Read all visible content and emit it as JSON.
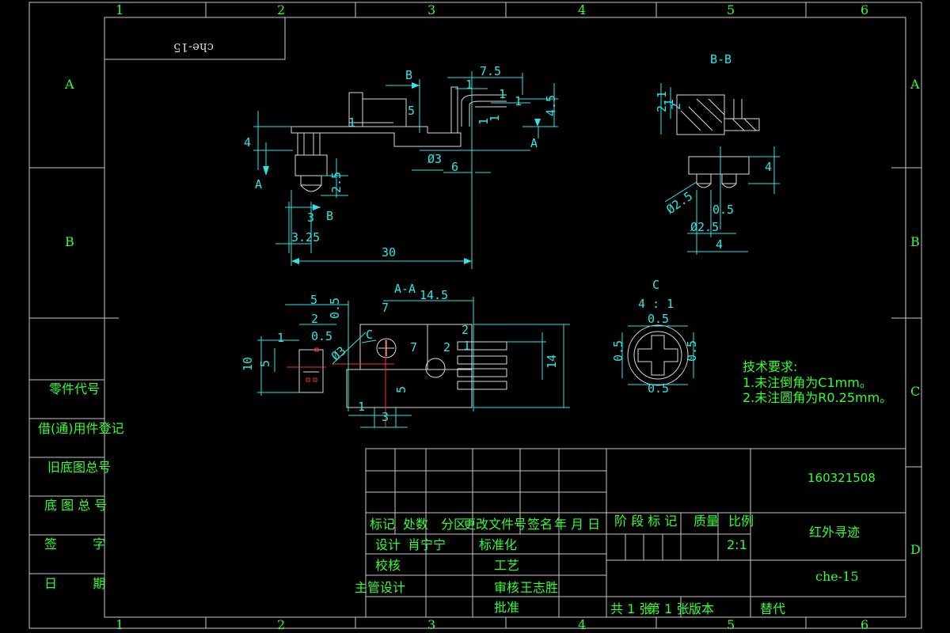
{
  "zones": {
    "columns": [
      "1",
      "2",
      "3",
      "4",
      "5",
      "6"
    ],
    "rows": [
      "A",
      "B",
      "C",
      "D"
    ]
  },
  "mirrored_label": "che-15",
  "views": {
    "section_bb": "B-B",
    "section_aa": "A-A",
    "detail_c": "C",
    "detail_scale": "4 : 1"
  },
  "dimensions": {
    "main": [
      "7.5",
      "1",
      "1",
      "1",
      "4.5",
      "1",
      "1",
      "5",
      "1",
      "4",
      "2.5",
      "Ø3",
      "6",
      "3",
      "3.25",
      "30"
    ],
    "bb": [
      "2.1",
      "1",
      "2",
      "4",
      "Ø2.5",
      "0.5",
      "Ø2.5",
      "4"
    ],
    "aa": [
      "14.5",
      "5",
      "2",
      "0.5",
      "0.5",
      "1",
      "7",
      "2",
      "2",
      "1",
      "7",
      "14",
      "10",
      "5",
      "Ø3",
      "1",
      "5",
      "3"
    ],
    "c": [
      "0.5",
      "0.5",
      "0.5",
      "0.5"
    ]
  },
  "section_markers": [
    "A",
    "B",
    "B",
    "A",
    "B",
    "C",
    "A"
  ],
  "tech_requirements": {
    "title": "技术要求:",
    "items": [
      "1.未注倒角为C1mm。",
      "2.未注圆角为R0.25mm。"
    ]
  },
  "side_table": [
    "零件代号",
    "借(通)用件登记",
    "旧底图总号",
    "底 图 总 号",
    "签 字",
    "日 期"
  ],
  "title_block": {
    "drawing_number": "160321508",
    "title": "红外寻迹",
    "code": "che-15",
    "header_row": [
      "标记",
      "处数",
      "分区",
      "更改文件号",
      "签名",
      "年 月 日"
    ],
    "design": "设计",
    "designer": "肖宁宁",
    "standardization": "标准化",
    "check": "校核",
    "process": "工艺",
    "chief_design": "主管设计",
    "review": "审核",
    "reviewer": "王志胜",
    "approve": "批准",
    "stage_mark": "阶 段 标 记",
    "weight": "质量",
    "ratio": "比例",
    "scale": "2:1",
    "sheets_total": "共 1 张",
    "sheet_no": "第 1 张",
    "version": "版本",
    "replace": "替代"
  }
}
